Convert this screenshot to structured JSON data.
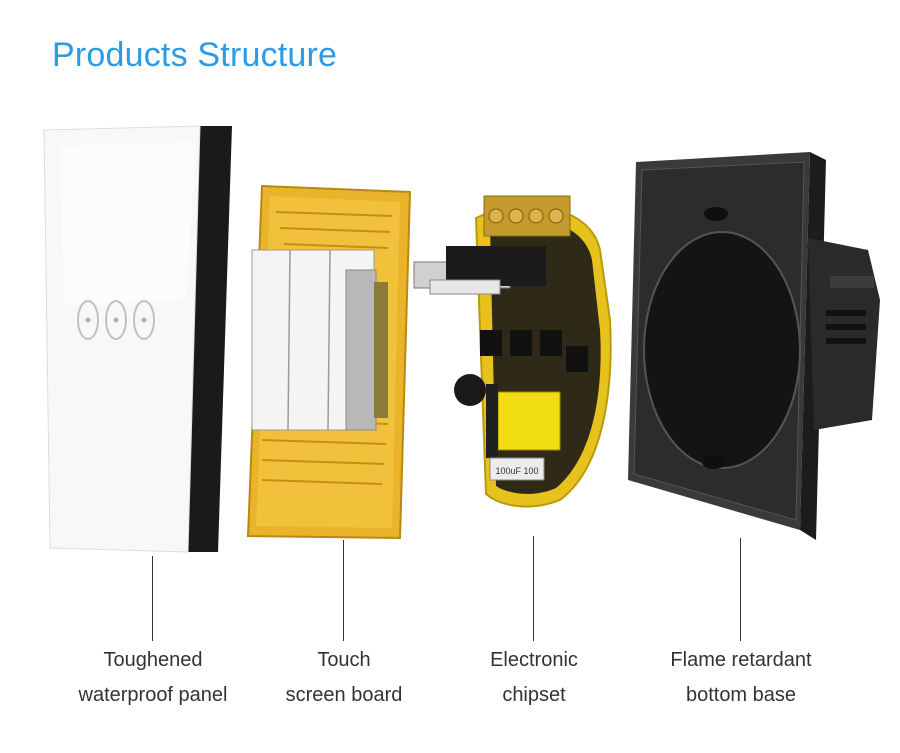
{
  "title": "Products Structure",
  "components": [
    {
      "line1": "Toughened",
      "line2": "waterproof panel"
    },
    {
      "line1": "Touch",
      "line2": "screen board"
    },
    {
      "line1": "Electronic",
      "line2": "chipset"
    },
    {
      "line1": "Flame retardant",
      "line2": "bottom base"
    }
  ],
  "capacitor_label": "100uF 100",
  "colors": {
    "title": "#2b9be3",
    "text": "#333333",
    "panel": "#f7f7f7",
    "panel_edge": "#1a1a1a",
    "board": "#e9b32a",
    "pcb": "#e8c21c",
    "base": "#2a2a2a"
  }
}
